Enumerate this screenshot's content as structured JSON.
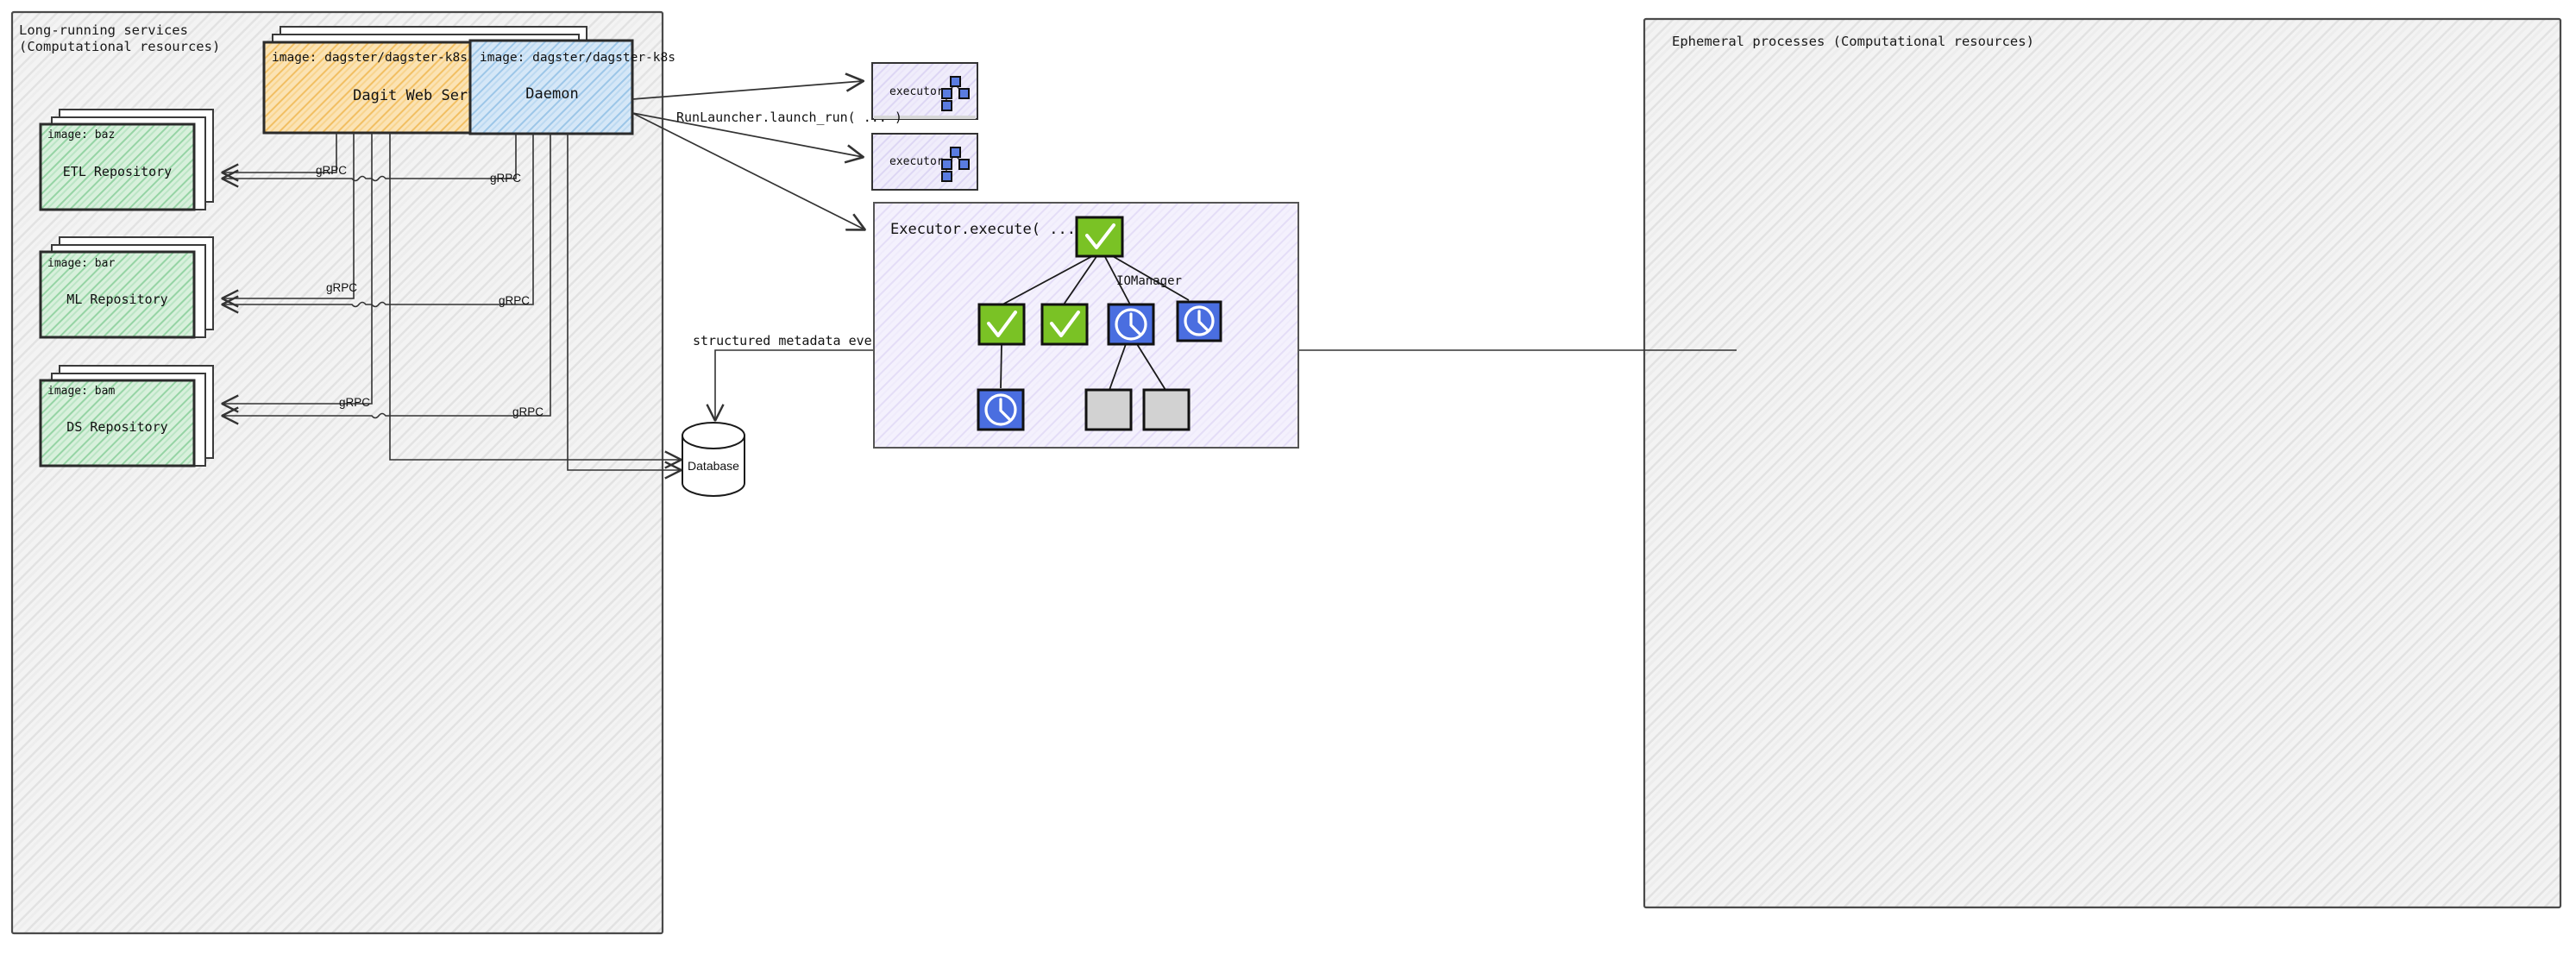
{
  "diagram": {
    "type": "architecture-diagram",
    "style": "hand-drawn sketch",
    "panels": [
      {
        "id": "long-running",
        "title_line1": "Long-running services",
        "title_line2": "(Computational resources)",
        "fill": "#f2f2f2"
      },
      {
        "id": "ephemeral",
        "title": "Ephemeral processes (Computational resources)",
        "fill": "#f2f2f2"
      }
    ]
  },
  "services": {
    "dagit": {
      "image_label": "image: dagster/dagster-k8s",
      "name": "Dagit Web Server",
      "color": "#f5c97a",
      "stacked": true
    },
    "daemon": {
      "image_label": "image: dagster/dagster-k8s",
      "name": "Daemon",
      "color": "#a8cdec",
      "stacked": false
    }
  },
  "repositories": [
    {
      "image_label": "image: baz",
      "name": "ETL Repository",
      "color": "#a7dbb0"
    },
    {
      "image_label": "image: bar",
      "name": "ML Repository",
      "color": "#a7dbb0"
    },
    {
      "image_label": "image: bam",
      "name": "DS Repository",
      "color": "#a7dbb0"
    }
  ],
  "database": {
    "label": "Database",
    "shape": "cylinder",
    "fill": "#ffffff"
  },
  "executors": [
    {
      "label": "executor",
      "fill": "#e8e4f7"
    },
    {
      "label": "executor",
      "fill": "#e8e4f7"
    }
  ],
  "executor_panel": {
    "title": "Executor.execute( ... )",
    "fill": "#efecfa",
    "annotation": "IOManager",
    "nodes": [
      {
        "id": "n0",
        "status": "success",
        "icon": "check-icon",
        "color": "#7ac225"
      },
      {
        "id": "n1",
        "status": "success",
        "icon": "check-icon",
        "color": "#7ac225"
      },
      {
        "id": "n2",
        "status": "success",
        "icon": "check-icon",
        "color": "#7ac225"
      },
      {
        "id": "n3",
        "status": "running",
        "icon": "clock-icon",
        "color": "#4a6ee0"
      },
      {
        "id": "n4",
        "status": "running",
        "icon": "clock-icon",
        "color": "#4a6ee0"
      },
      {
        "id": "n5",
        "status": "running",
        "icon": "clock-icon",
        "color": "#4a6ee0"
      },
      {
        "id": "n6",
        "status": "pending",
        "icon": "blank-icon",
        "color": "#d2d2d2"
      },
      {
        "id": "n7",
        "status": "pending",
        "icon": "blank-icon",
        "color": "#d2d2d2"
      }
    ],
    "edges": [
      [
        "n0",
        "n1"
      ],
      [
        "n0",
        "n2"
      ],
      [
        "n0",
        "n3"
      ],
      [
        "n0",
        "n4"
      ],
      [
        "n1",
        "n5"
      ],
      [
        "n3",
        "n6"
      ],
      [
        "n3",
        "n7"
      ]
    ]
  },
  "edge_labels": {
    "grpc": "gRPC",
    "run_launcher": "RunLauncher.launch_run( ... )",
    "metadata_events": "structured metadata events"
  },
  "colors": {
    "stroke": "#333333",
    "panel_border": "#555555",
    "green": "#7ac225",
    "blue": "#4a6ee0",
    "gray": "#d2d2d2",
    "amber": "#f5c97a",
    "lightblue": "#a8cdec",
    "mintgreen": "#a7dbb0",
    "lavender": "#e8e4f7"
  }
}
